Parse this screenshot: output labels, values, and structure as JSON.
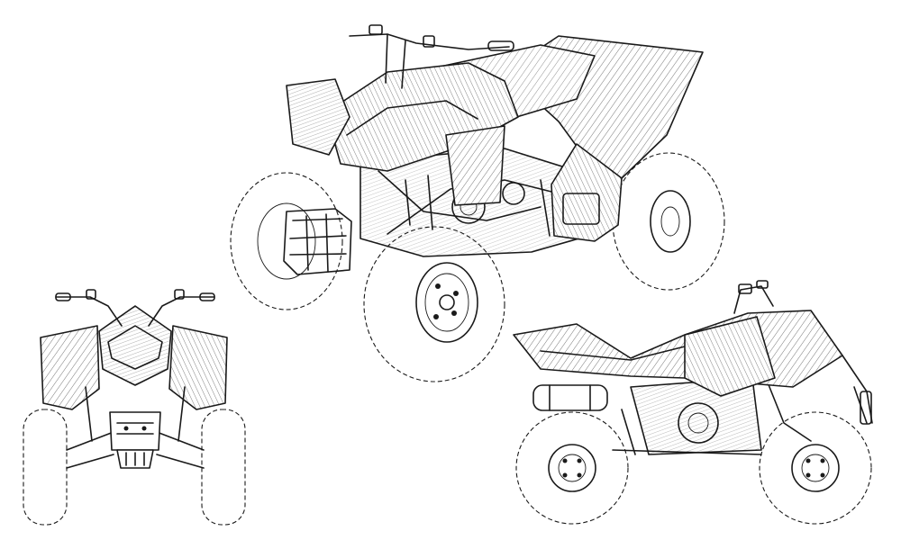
{
  "figure": {
    "subject": "ATV",
    "views": [
      {
        "id": "perspective",
        "label": ""
      },
      {
        "id": "front",
        "label": ""
      },
      {
        "id": "side",
        "label": ""
      }
    ],
    "colors": {
      "line": "#1a1a1a",
      "background": "#ffffff"
    }
  }
}
